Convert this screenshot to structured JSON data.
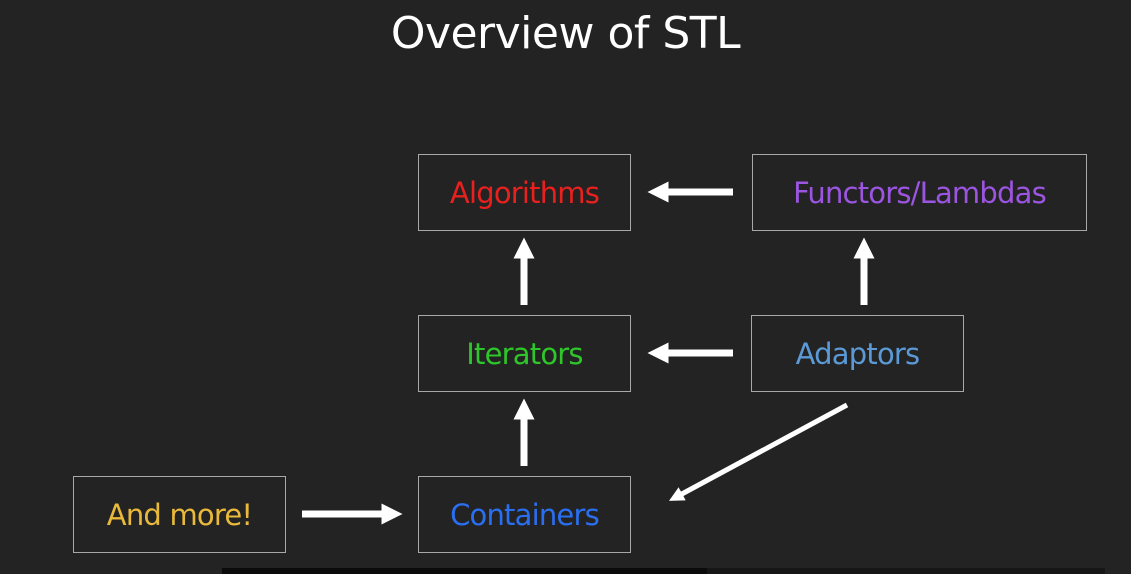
{
  "title": "Overview of STL",
  "nodes": {
    "algorithms": {
      "label": "Algorithms",
      "color": "#e8201e"
    },
    "functors": {
      "label": "Functors/Lambdas",
      "color": "#9b55e0"
    },
    "iterators": {
      "label": "Iterators",
      "color": "#2ec62a"
    },
    "adaptors": {
      "label": "Adaptors",
      "color": "#5b9ad6"
    },
    "and_more": {
      "label": "And more!",
      "color": "#e8b93a"
    },
    "containers": {
      "label": "Containers",
      "color": "#2a6ff0"
    }
  },
  "edges": [
    {
      "from": "Functors/Lambdas",
      "to": "Algorithms"
    },
    {
      "from": "Iterators",
      "to": "Algorithms"
    },
    {
      "from": "Adaptors",
      "to": "Functors/Lambdas"
    },
    {
      "from": "Adaptors",
      "to": "Iterators"
    },
    {
      "from": "Containers",
      "to": "Iterators"
    },
    {
      "from": "Adaptors",
      "to": "Containers"
    },
    {
      "from": "And more!",
      "to": "Containers"
    }
  ]
}
